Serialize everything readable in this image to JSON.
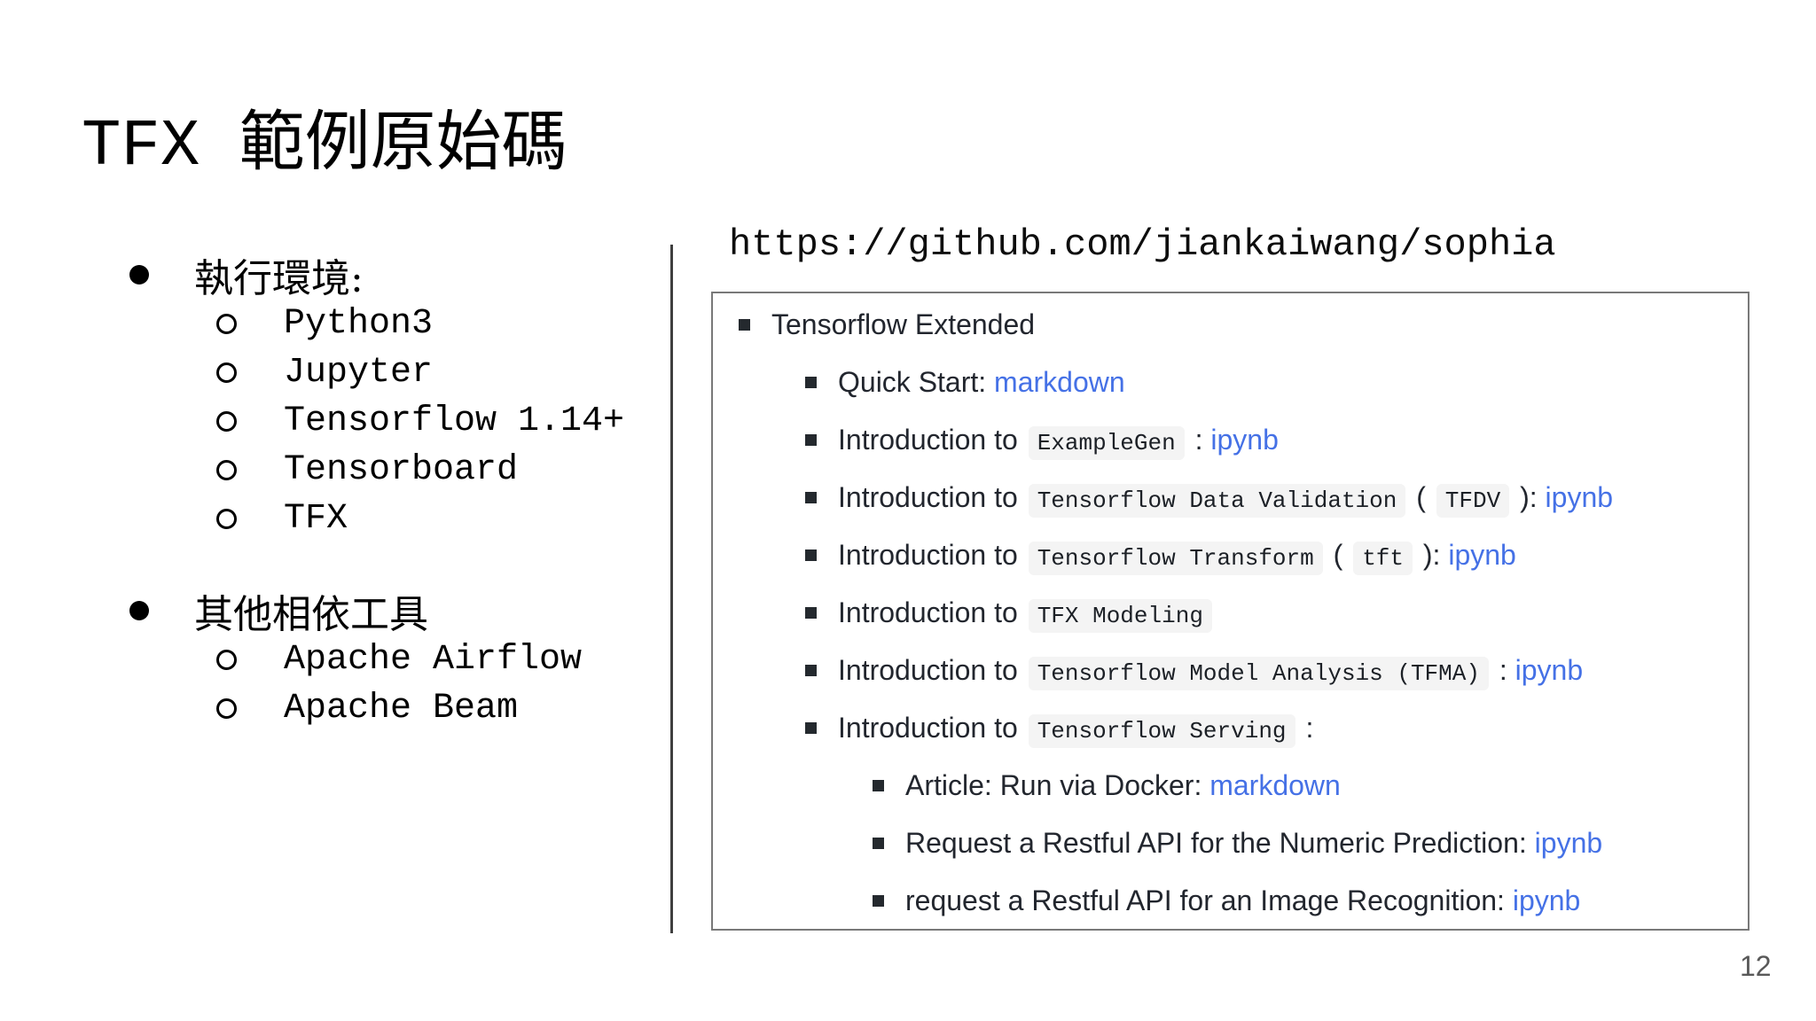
{
  "slide": {
    "title": "TFX 範例原始碼",
    "page_number": "12"
  },
  "left_panel": {
    "groups": [
      {
        "title": "執行環境:",
        "items": [
          "Python3",
          "Jupyter",
          "Tensorflow 1.14+",
          "Tensorboard",
          "TFX"
        ]
      },
      {
        "title": "其他相依工具",
        "items": [
          "Apache Airflow",
          "Apache Beam"
        ]
      }
    ]
  },
  "repo_panel": {
    "url": "https://github.com/jiankaiwang/sophia",
    "rows": [
      {
        "level": 1,
        "segments": [
          {
            "type": "plain",
            "text": "Tensorflow Extended"
          }
        ]
      },
      {
        "level": 2,
        "segments": [
          {
            "type": "plain",
            "text": "Quick Start: "
          },
          {
            "type": "link",
            "text": "markdown"
          }
        ]
      },
      {
        "level": 2,
        "segments": [
          {
            "type": "plain",
            "text": "Introduction to "
          },
          {
            "type": "code",
            "text": "ExampleGen"
          },
          {
            "type": "plain",
            "text": " : "
          },
          {
            "type": "link",
            "text": "ipynb"
          }
        ]
      },
      {
        "level": 2,
        "segments": [
          {
            "type": "plain",
            "text": "Introduction to "
          },
          {
            "type": "code",
            "text": "Tensorflow Data Validation"
          },
          {
            "type": "plain",
            "text": " ( "
          },
          {
            "type": "code",
            "text": "TFDV"
          },
          {
            "type": "plain",
            "text": " ): "
          },
          {
            "type": "link",
            "text": "ipynb"
          }
        ]
      },
      {
        "level": 2,
        "segments": [
          {
            "type": "plain",
            "text": "Introduction to "
          },
          {
            "type": "code",
            "text": "Tensorflow Transform"
          },
          {
            "type": "plain",
            "text": " ( "
          },
          {
            "type": "code",
            "text": "tft"
          },
          {
            "type": "plain",
            "text": " ): "
          },
          {
            "type": "link",
            "text": "ipynb"
          }
        ]
      },
      {
        "level": 2,
        "segments": [
          {
            "type": "plain",
            "text": "Introduction to "
          },
          {
            "type": "code",
            "text": "TFX Modeling"
          }
        ]
      },
      {
        "level": 2,
        "segments": [
          {
            "type": "plain",
            "text": "Introduction to "
          },
          {
            "type": "code",
            "text": "Tensorflow Model Analysis (TFMA)"
          },
          {
            "type": "plain",
            "text": " : "
          },
          {
            "type": "link",
            "text": "ipynb"
          }
        ]
      },
      {
        "level": 2,
        "segments": [
          {
            "type": "plain",
            "text": "Introduction to "
          },
          {
            "type": "code",
            "text": "Tensorflow Serving"
          },
          {
            "type": "plain",
            "text": " :"
          }
        ]
      },
      {
        "level": 3,
        "segments": [
          {
            "type": "plain",
            "text": "Article: Run via Docker: "
          },
          {
            "type": "link",
            "text": "markdown"
          }
        ]
      },
      {
        "level": 3,
        "segments": [
          {
            "type": "plain",
            "text": "Request a Restful API for the Numeric Prediction: "
          },
          {
            "type": "link",
            "text": "ipynb"
          }
        ]
      },
      {
        "level": 3,
        "segments": [
          {
            "type": "plain",
            "text": "request a Restful API for an Image Recognition: "
          },
          {
            "type": "link",
            "text": "ipynb"
          }
        ]
      }
    ]
  },
  "colors": {
    "link": "#4571e6",
    "code_bg": "#f4f4f4",
    "text": "#22262e",
    "box_border": "#797979",
    "divider": "#3f3f3f",
    "page_number": "#595959"
  }
}
